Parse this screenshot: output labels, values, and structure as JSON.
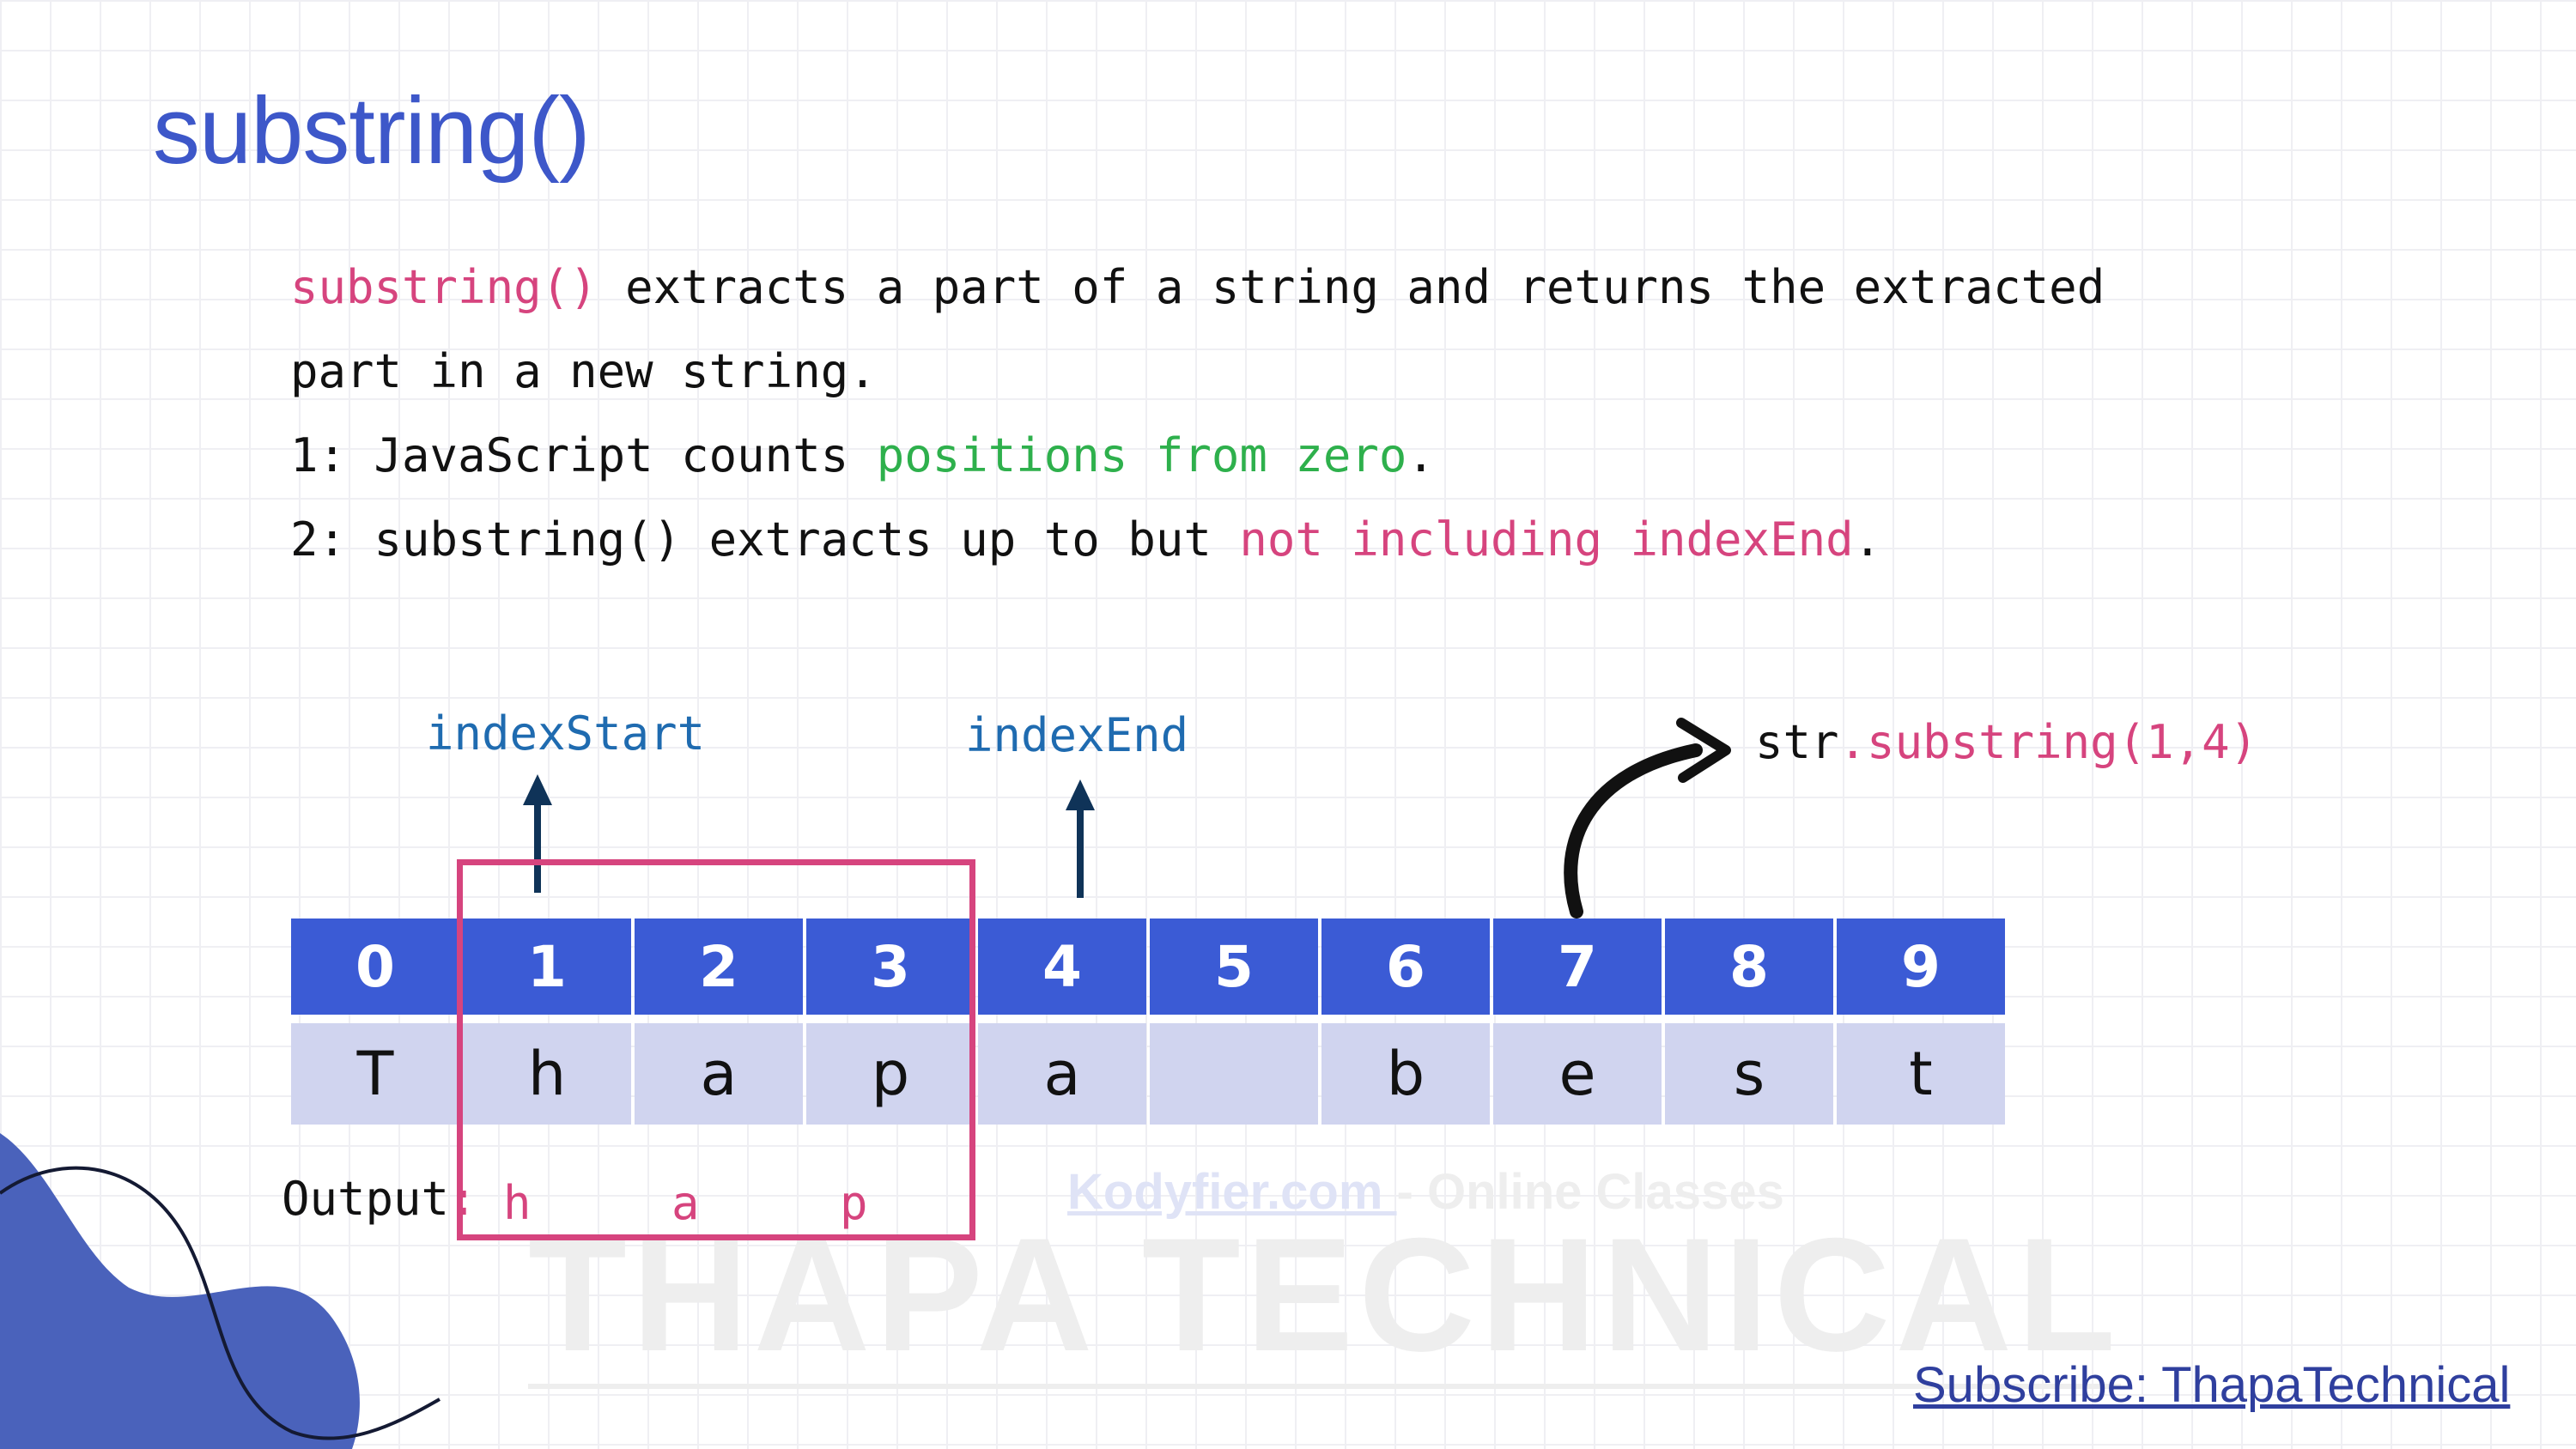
{
  "title": "substring()",
  "desc": {
    "line1_code": "substring()",
    "line1_rest": " extracts a part of a string and returns the extracted",
    "line2": "part in a new string.",
    "line3_prefix": "1: JavaScript counts ",
    "line3_highlight": "positions from zero",
    "line3_suffix": ".",
    "line4_prefix": "2: substring() extracts up to but ",
    "line4_highlight": "not including indexEnd",
    "line4_suffix": "."
  },
  "labels": {
    "index_start": "indexStart",
    "index_end": "indexEnd",
    "call_object": "str",
    "call_method": ".substring(1,4)"
  },
  "strip": {
    "indices": [
      "0",
      "1",
      "2",
      "3",
      "4",
      "5",
      "6",
      "7",
      "8",
      "9"
    ],
    "chars": [
      "T",
      "h",
      "a",
      "p",
      "a",
      "",
      "b",
      "e",
      "s",
      "t"
    ]
  },
  "output": {
    "label": "Output",
    "colon": ":",
    "chars": [
      "h",
      "a",
      "p"
    ]
  },
  "watermark": {
    "site": "Kodyfier.com ",
    "tagline": "- Online Classes",
    "brand": "THAPA TECHNICAL"
  },
  "subscribe": "Subscribe: ThapaTechnical",
  "colors": {
    "accent_blue": "#3b5bd5",
    "pink": "#d6447e",
    "green": "#2eb04c",
    "label_blue": "#1f6bb0",
    "blob": "#4a62bb",
    "arrow_dark": "#0f3358"
  }
}
